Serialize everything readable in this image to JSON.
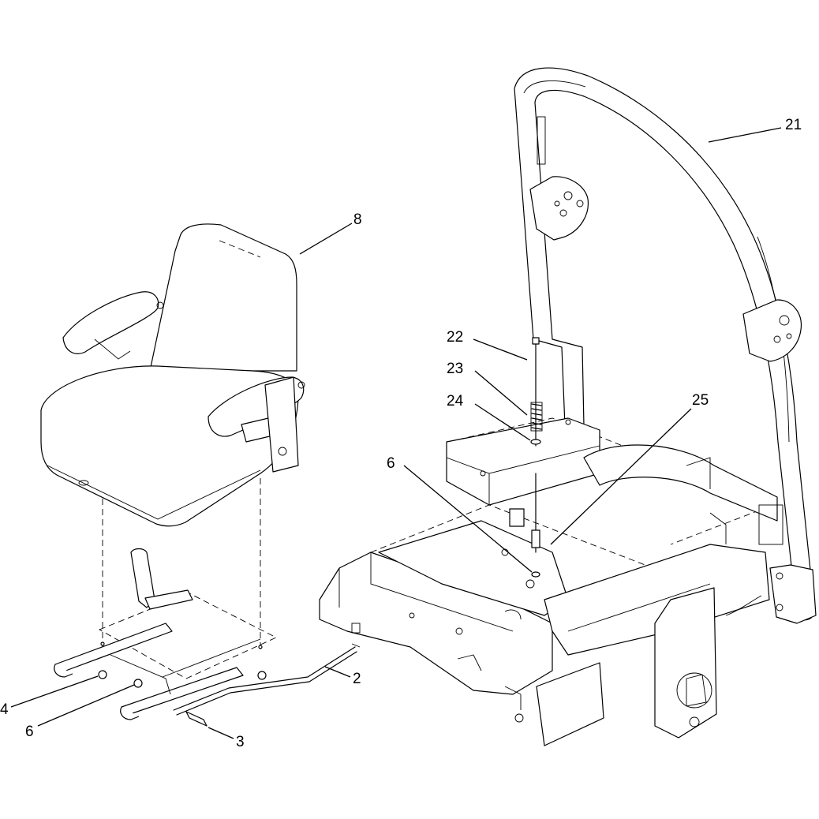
{
  "callouts": {
    "c2": "2",
    "c3": "3",
    "c4": "4",
    "c6_seat": "6",
    "c6_frame": "6",
    "c8": "8",
    "c21": "21",
    "c22": "22",
    "c23": "23",
    "c24": "24",
    "c25": "25"
  }
}
